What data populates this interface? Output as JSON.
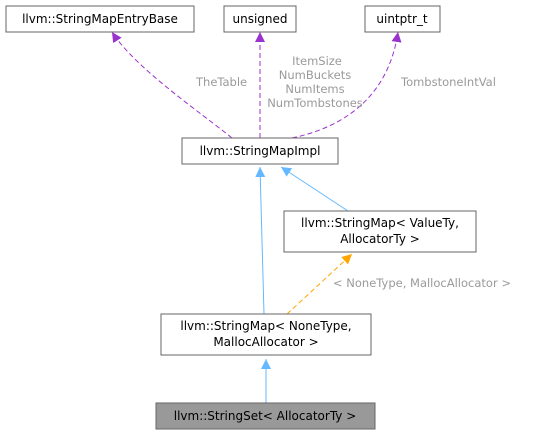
{
  "nodes": {
    "stringset": {
      "label": "llvm::StringSet< AllocatorTy >",
      "highlighted": true
    },
    "stringmap_nonetype": {
      "line1": "llvm::StringMap< NoneType,",
      "line2": "MallocAllocator >"
    },
    "stringmap_template": {
      "line1": "llvm::StringMap< ValueTy,",
      "line2": "AllocatorTy >"
    },
    "stringmapimpl": {
      "label": "llvm::StringMapImpl"
    },
    "stringmapentrybase": {
      "label": "llvm::StringMapEntryBase"
    },
    "unsigned": {
      "label": "unsigned"
    },
    "uintptr_t": {
      "label": "uintptr_t"
    }
  },
  "edge_labels": {
    "thetable": "TheTable",
    "unsigned_members": [
      "ItemSize",
      "NumBuckets",
      "NumItems",
      "NumTombstones"
    ],
    "tombstone": "TombstoneIntVal",
    "template_args": "< NoneType, MallocAllocator >"
  },
  "colors": {
    "inheritance": "#63b8ff",
    "usage": "#9a32cd",
    "template_instance": "#ffa500",
    "node_border": "#666666",
    "highlight_fill": "#999999"
  }
}
